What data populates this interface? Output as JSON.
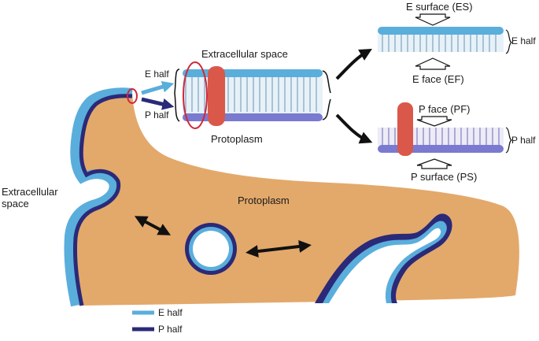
{
  "labels": {
    "extracellular_top": "Extracellular space",
    "protoplasm_top": "Protoplasm",
    "e_half": "E half",
    "p_half": "P half",
    "e_surface": "E surface (ES)",
    "e_face": "E face (EF)",
    "p_face": "P face (PF)",
    "p_surface": "P surface (PS)",
    "e_half_right": "E half",
    "p_half_right": "P half",
    "extracellular_left": "Extracellular space",
    "protoplasm_center": "Protoplasm"
  },
  "legend": {
    "e_half": "E half",
    "p_half": "P half"
  },
  "colors": {
    "e_half": "#5aaedc",
    "p_half": "#2b2a78",
    "protoplasm": "#e3a96b",
    "protein": "#d9584a",
    "highlight": "#d0283a",
    "arrow": "#111111"
  }
}
